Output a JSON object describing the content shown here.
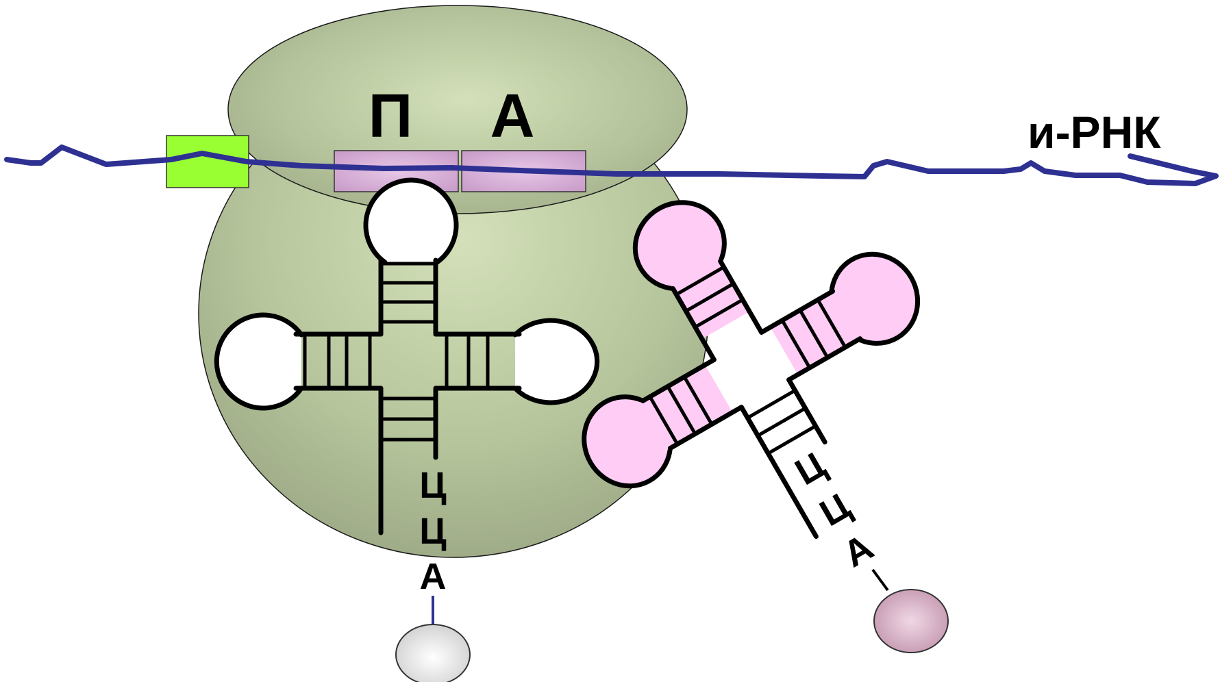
{
  "diagram": {
    "site_p": "П",
    "site_a": "А",
    "mrna_label": "и-РНК",
    "trna_left": {
      "nucleotides": [
        "Ц",
        "Ц",
        "А"
      ]
    },
    "trna_right": {
      "nucleotides": [
        "Ц",
        "Ц",
        "А"
      ]
    }
  },
  "colors": {
    "ribosome": "#b5c49a",
    "mrna_strand": "#2e3192",
    "start_box": "#99ff33",
    "sites": "#dcb3dc",
    "trna_right_fill": "#ffccf5",
    "amino_left": "#d9d9d9",
    "amino_right": "#cc99b3"
  }
}
